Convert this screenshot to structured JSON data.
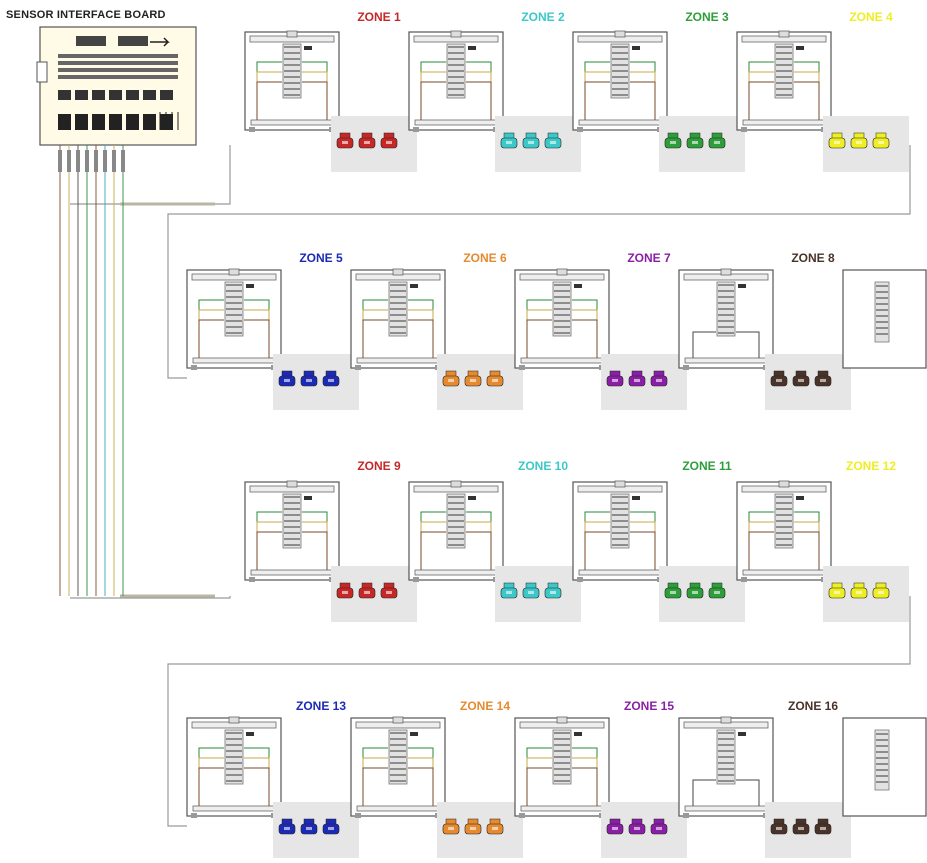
{
  "diagram": {
    "board_title": "SENSOR INTERFACE BOARD",
    "zones": [
      {
        "label": "ZONE 1",
        "color": "#c62828",
        "row": 0,
        "col": 0
      },
      {
        "label": "ZONE 2",
        "color": "#3cc8c8",
        "row": 0,
        "col": 1
      },
      {
        "label": "ZONE 3",
        "color": "#2e9e3a",
        "row": 0,
        "col": 2
      },
      {
        "label": "ZONE 4",
        "color": "#eeee22",
        "row": 0,
        "col": 3
      },
      {
        "label": "ZONE 5",
        "color": "#1c2ab5",
        "row": 1,
        "col": 0
      },
      {
        "label": "ZONE 6",
        "color": "#e58a2e",
        "row": 1,
        "col": 1
      },
      {
        "label": "ZONE 7",
        "color": "#8a1fa6",
        "row": 1,
        "col": 2
      },
      {
        "label": "ZONE 8",
        "color": "#4a3329",
        "row": 1,
        "col": 3
      },
      {
        "label": "ZONE 9",
        "color": "#c62828",
        "row": 2,
        "col": 0
      },
      {
        "label": "ZONE 10",
        "color": "#3cc8c8",
        "row": 2,
        "col": 1
      },
      {
        "label": "ZONE 11",
        "color": "#2e9e3a",
        "row": 2,
        "col": 2
      },
      {
        "label": "ZONE 12",
        "color": "#eeee22",
        "row": 2,
        "col": 3
      },
      {
        "label": "ZONE 13",
        "color": "#1c2ab5",
        "row": 3,
        "col": 0
      },
      {
        "label": "ZONE 14",
        "color": "#e58a2e",
        "row": 3,
        "col": 1
      },
      {
        "label": "ZONE 15",
        "color": "#8a1fa6",
        "row": 3,
        "col": 2
      },
      {
        "label": "ZONE 16",
        "color": "#4a3329",
        "row": 3,
        "col": 3
      }
    ]
  }
}
